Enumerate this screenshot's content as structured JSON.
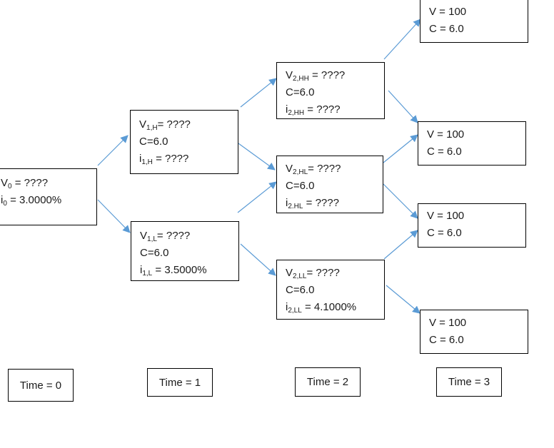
{
  "nodes": {
    "root": {
      "v_var": "V",
      "v_sub": "0",
      "v_value": " = ????",
      "i_var": "i",
      "i_sub": "0",
      "i_value": " = 3.0000%"
    },
    "h": {
      "v_var": "V",
      "v_sub": "1,H",
      "v_value": "= ????",
      "coupon": "C=6.0",
      "i_var": "i",
      "i_sub": "1,H",
      "i_value": " = ????"
    },
    "l": {
      "v_var": "V",
      "v_sub": "1,L",
      "v_value": "= ????",
      "coupon": "C=6.0",
      "i_var": "i",
      "i_sub": "1,L",
      "i_value": " = 3.5000%"
    },
    "hh": {
      "v_var": "V",
      "v_sub": "2,HH",
      "v_value": " = ????",
      "coupon": "C=6.0",
      "i_var": "i",
      "i_sub": "2,HH",
      "i_value": " = ????"
    },
    "hl": {
      "v_var": "V",
      "v_sub": "2,HL",
      "v_value": "= ????",
      "coupon": "C=6.0",
      "i_var": "i",
      "i_sub": "2.HL",
      "i_value": " = ????"
    },
    "ll": {
      "v_var": "V",
      "v_sub": "2,LL",
      "v_value": "= ????",
      "coupon": "C=6.0",
      "i_var": "i",
      "i_sub": "2,LL",
      "i_value": " = 4.1000%"
    },
    "t3a": {
      "value": "V = 100",
      "coupon": "C = 6.0"
    },
    "t3b": {
      "value": "V = 100",
      "coupon": "C = 6.0"
    },
    "t3c": {
      "value": "V = 100",
      "coupon": "C = 6.0"
    },
    "t3d": {
      "value": "V = 100",
      "coupon": "C = 6.0"
    }
  },
  "time_labels": {
    "t0": "Time = 0",
    "t1": "Time = 1",
    "t2": "Time = 2",
    "t3": "Time = 3"
  },
  "colors": {
    "arrow": "#5b9bd5",
    "border": "#000000"
  }
}
